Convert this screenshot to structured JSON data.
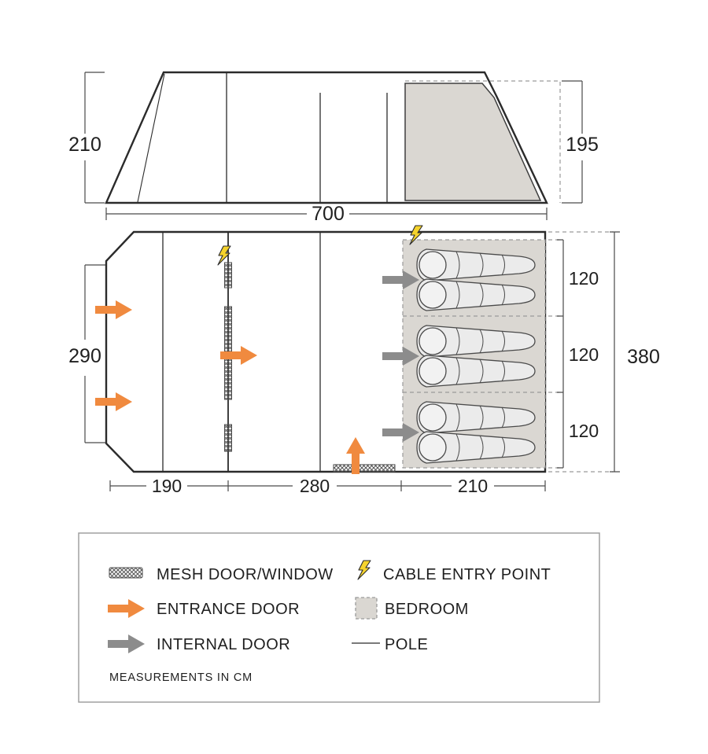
{
  "colors": {
    "line": "#2b2b2b",
    "dim": "#4a4a4a",
    "dashed": "#9a9a9a",
    "text": "#1f1f1f",
    "entrance_arrow": "#f08a3f",
    "internal_arrow": "#8c8c8c",
    "bedroom_fill": "#dad7d2",
    "lightning": "#f5d32c"
  },
  "side_view": {
    "height_left": "210",
    "height_right": "195",
    "width": "700"
  },
  "floor_plan": {
    "living_depth": "290",
    "total_depth": "380",
    "bedroom_sections": [
      "120",
      "120",
      "120"
    ],
    "bottom_widths": [
      "190",
      "280",
      "210"
    ]
  },
  "legend": {
    "items": [
      {
        "icon": "mesh-swatch-icon",
        "label": "MESH DOOR/WINDOW"
      },
      {
        "icon": "lightning-icon",
        "label": "CABLE ENTRY POINT"
      },
      {
        "icon": "entrance-arrow-icon",
        "label": "ENTRANCE DOOR"
      },
      {
        "icon": "bedroom-swatch-icon",
        "label": "BEDROOM"
      },
      {
        "icon": "internal-arrow-icon",
        "label": "INTERNAL DOOR"
      },
      {
        "icon": "pole-line-icon",
        "label": "POLE"
      }
    ],
    "note": "MEASUREMENTS IN CM"
  }
}
